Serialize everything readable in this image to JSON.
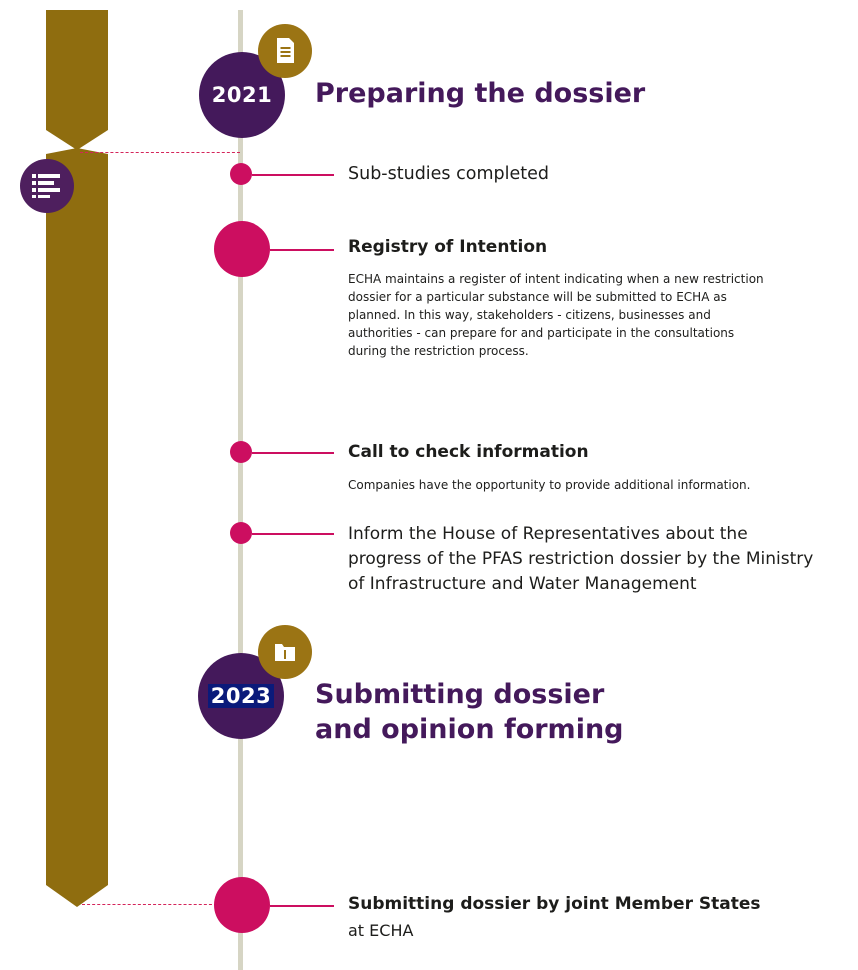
{
  "colors": {
    "band": "#8f6d0f",
    "badge": "#9b7414",
    "year_circle": "#44195b",
    "milestone": "#cc0e60",
    "axis": "#d6d5c4",
    "title": "#44195b"
  },
  "side_icon": "list-icon",
  "sections": [
    {
      "year": "2021",
      "title": "Preparing the dossier",
      "icon": "document-icon"
    },
    {
      "year": "2023",
      "title_line1": "Submitting dossier",
      "title_line2": "and opinion forming",
      "icon": "folder-icon"
    }
  ],
  "milestones": [
    {
      "title": "Sub-studies completed"
    },
    {
      "title": "Registry of Intention",
      "body_lines": [
        "ECHA maintains a register of intent indicating when a new restriction",
        "dossier for a particular substance will be submitted to ECHA as",
        "planned. In this way, stakeholders - citizens, businesses and",
        "authorities - can prepare for and participate in the consultations",
        "during the restriction process."
      ]
    },
    {
      "title": "Call to check information",
      "body": "Companies have the opportunity to provide additional information."
    },
    {
      "title_lines": [
        "Inform the House of Representatives about the",
        "progress of the PFAS restriction dossier by the Ministry",
        "of Infrastructure and Water Management"
      ]
    },
    {
      "title": "Submitting dossier by joint Member States",
      "subtitle": "at ECHA"
    }
  ]
}
